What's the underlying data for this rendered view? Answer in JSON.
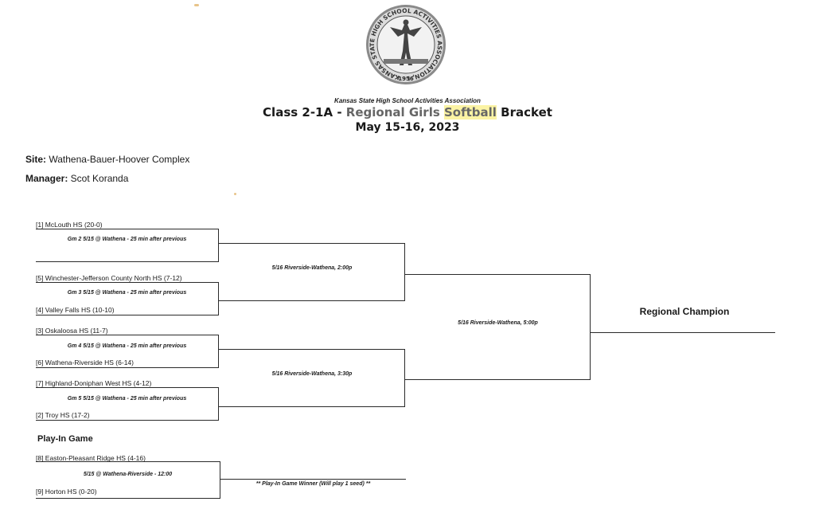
{
  "header": {
    "org": "Kansas State High School Activities Association",
    "title_pre": "Class 2-1A - ",
    "title_gray": "Regional Girls ",
    "title_highlight": "Softball",
    "title_post": " Bracket",
    "dates": "May 15-16, 2023",
    "logo_ring_text": "KANSAS STATE HIGH SCHOOL ACTIVITIES ASSOCIATION, INC.",
    "logo_year": "1956"
  },
  "info": {
    "site_label": "Site:",
    "site_value": " Wathena-Bauer-Hoover Complex",
    "manager_label": "Manager:",
    "manager_value": " Scot Koranda"
  },
  "round1": {
    "teams": [
      "[1] McLouth HS   (20-0)",
      "[5] Winchester-Jefferson County North HS   (7-12)",
      "[4] Valley Falls HS   (10-10)",
      "[3] Oskaloosa HS   (11-7)",
      "[6] Wathena-Riverside HS   (6-14)",
      "[7] Highland-Doniphan West HS   (4-12)",
      "[2] Troy HS   (17-2)"
    ],
    "games": [
      "Gm 2 5/15 @ Wathena - 25 min after previous",
      "Gm 3 5/15 @ Wathena - 25 min after previous",
      "Gm 4 5/15 @ Wathena - 25 min after previous",
      "Gm 5 5/15 @ Wathena - 25 min after previous"
    ]
  },
  "round2": {
    "games": [
      "5/16 Riverside-Wathena, 2:00p",
      "5/16 Riverside-Wathena, 3:30p"
    ]
  },
  "final": {
    "game": "5/16 Riverside-Wathena, 5:00p",
    "champion_label": "Regional Champion"
  },
  "playin": {
    "title": "Play-In Game",
    "teams": [
      "[8] Easton-Pleasant Ridge HS   (4-16)",
      "[9] Horton HS   (0-20)"
    ],
    "game": "5/15 @ Wathena-Riverside - 12:00",
    "winner_note": "** Play-In Game Winner (Will play 1 seed) **"
  }
}
